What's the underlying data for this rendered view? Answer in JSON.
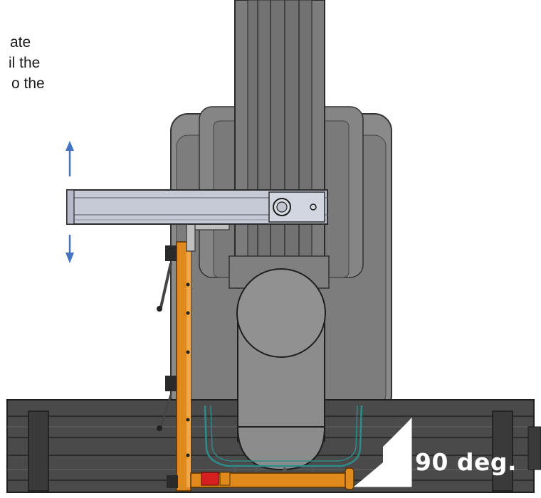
{
  "instruction_lines": [
    "ate",
    "il the",
    "o the"
  ],
  "angle_badge": "90 deg.",
  "arrows": {
    "up": "arrow-up-icon",
    "down": "arrow-down-icon"
  },
  "colors": {
    "machine_dark": "#505050",
    "machine_mid": "#7a7a7a",
    "machine_light": "#999999",
    "bracket_orange": "#e08a1e",
    "wire_teal": "#2f8a8a",
    "arm_silver": "#c6cad6",
    "arrow_blue": "#4472c4",
    "label_red": "#d62020"
  }
}
